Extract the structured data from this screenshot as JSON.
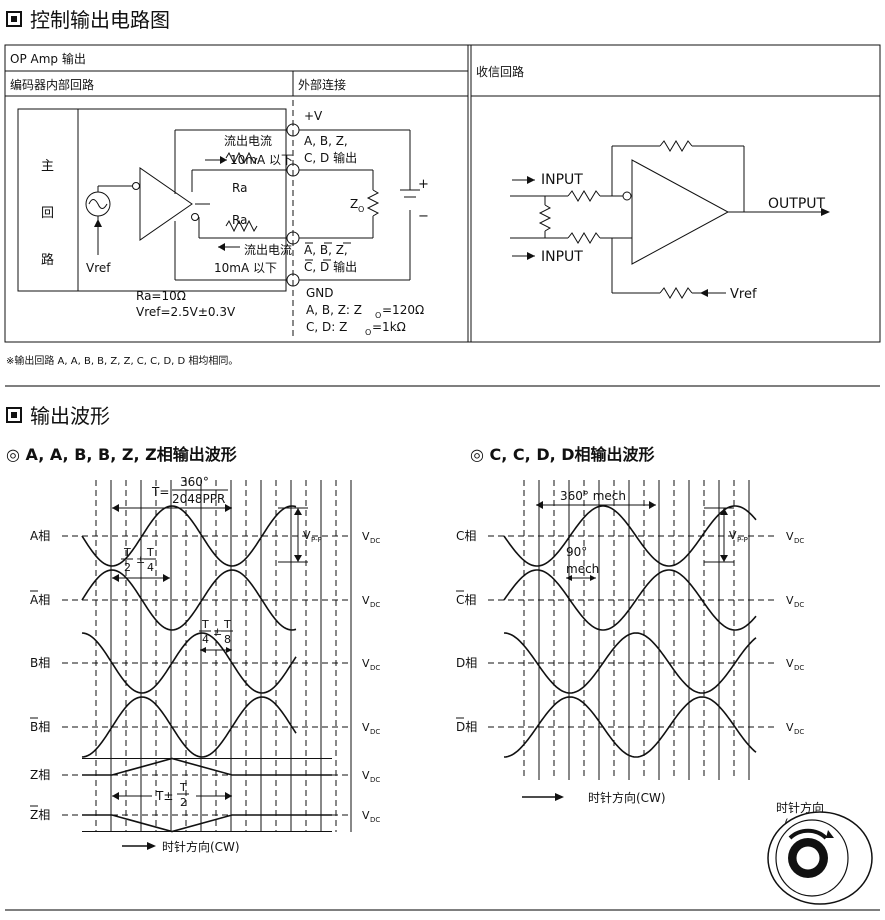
{
  "sections": {
    "control_title": "控制输出电路图",
    "waveform_title": "输出波形"
  },
  "circuit": {
    "header_left": "OP Amp 输出",
    "col_internal": "编码器内部回路",
    "col_external": "外部连接",
    "col_receiver": "收信回路",
    "main_circuit_chars": [
      "主",
      "回",
      "路"
    ],
    "vref_label": "Vref",
    "ra_label": "Ra",
    "current_label": "流出电流",
    "current_value": "10mA 以下",
    "plus_v": "+V",
    "abz_line1": "A, B, Z,",
    "abz_line2": "C, D 输出",
    "abz_bar_line1": "A, B, Z,",
    "abz_bar_line2": "C, D 输出",
    "z0": "Z",
    "z0_sub": "O",
    "gnd": "GND",
    "ra_value": "Ra=10Ω",
    "vref_value": "Vref=2.5V±0.3V",
    "imp_line1": "A, B, Z: Z",
    "imp_line1_val": "=120Ω",
    "imp_line2": "C, D: Z",
    "imp_line2_val": "=1kΩ",
    "sub_o": "O",
    "plus": "+",
    "minus": "−",
    "input_label": "INPUT",
    "output_label": "OUTPUT",
    "receiver_vref": "Vref"
  },
  "note": "※输出回路 A, A, B, B, Z, Z, C, C, D, D 相均相同。",
  "left_wave": {
    "title": "◎ A, A, B, B, Z, Z相输出波形",
    "period_prefix": "T=",
    "period_num": "360°",
    "period_den": "2048PPR",
    "phase_labels": [
      "A相",
      "A相",
      "B相",
      "B相",
      "Z相",
      "Z相"
    ],
    "vdc": "V",
    "vdc_sub": "DC",
    "vpp": "V",
    "vpp_sub": "P-P",
    "half_T_a": "T",
    "half_T_b": "2",
    "quarter_T": "4",
    "eighth_T": "8",
    "pm": "±",
    "z_width": "T±",
    "direction": "时针方向(CW)"
  },
  "right_wave": {
    "title": "◎ C, C, D, D相输出波形",
    "mech360": "360° mech",
    "deg90": "90°",
    "mech": "mech",
    "phase_labels": [
      "C相",
      "C相",
      "D相",
      "D相"
    ],
    "direction": "时针方向(CW)",
    "knob_label_1": "时针方向",
    "knob_label_2": "(CW)"
  }
}
